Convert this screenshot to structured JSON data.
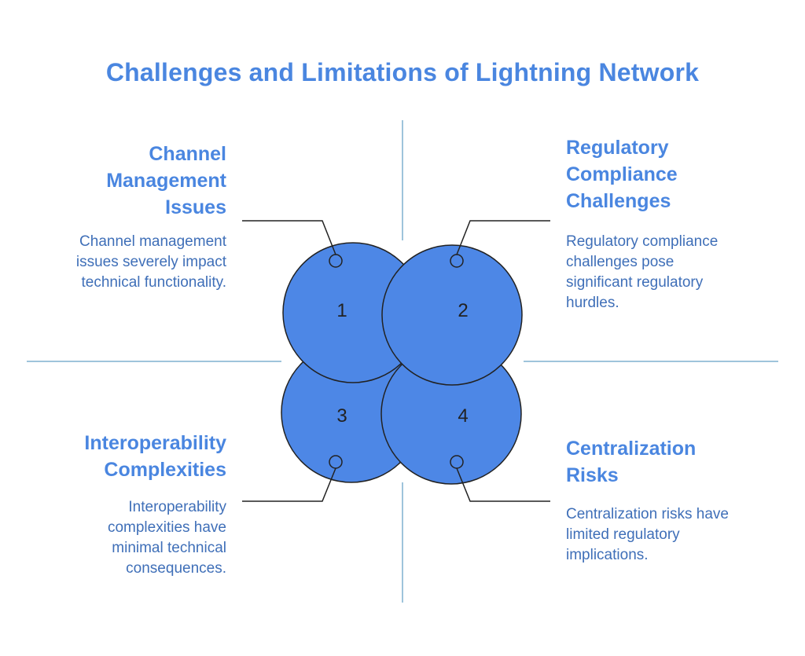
{
  "title": "Challenges and Limitations of Lightning Network",
  "colors": {
    "accent": "#4a86e0",
    "circle_fill": "#4d87e6",
    "circle_stroke": "#222222",
    "divider": "#7fb0cf",
    "body_text": "#3f6fb8"
  },
  "items": [
    {
      "number": "1",
      "heading": [
        "Channel",
        "Management",
        "Issues"
      ],
      "description": [
        "Channel management",
        "issues severely impact",
        "technical functionality."
      ]
    },
    {
      "number": "2",
      "heading": [
        "Regulatory",
        "Compliance",
        "Challenges"
      ],
      "description": [
        "Regulatory compliance",
        "challenges pose",
        "significant regulatory",
        "hurdles."
      ]
    },
    {
      "number": "3",
      "heading": [
        "Interoperability",
        "Complexities"
      ],
      "description": [
        "Interoperability",
        "complexities have",
        "minimal technical",
        "consequences."
      ]
    },
    {
      "number": "4",
      "heading": [
        "Centralization",
        "Risks"
      ],
      "description": [
        "Centralization risks have",
        "limited regulatory",
        "implications."
      ]
    }
  ]
}
